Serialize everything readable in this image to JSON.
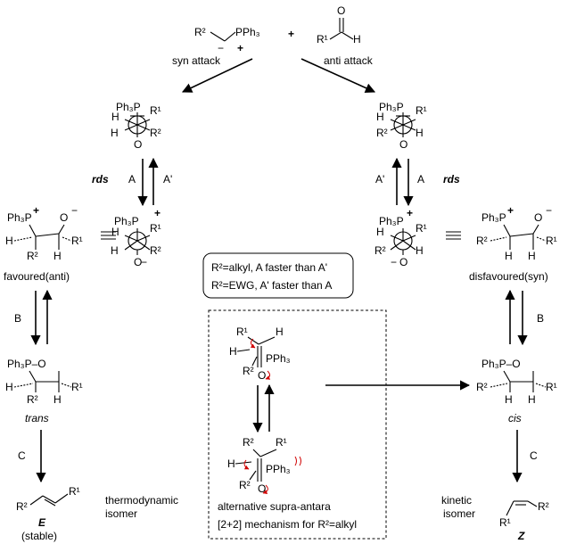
{
  "reagents": {
    "ylide": "R²⁻PPh₃",
    "ylide_charge": "+",
    "plus": "+",
    "aldehyde": "R¹CHO",
    "aldehyde_O": "O"
  },
  "attacks": {
    "syn": "syn attack",
    "anti": "anti attack"
  },
  "labels": {
    "rds": "rds",
    "A": "A",
    "A_prime": "A'",
    "B": "B",
    "C": "C",
    "favoured": "favoured(anti)",
    "disfavoured": "disfavoured(syn)",
    "trans": "trans",
    "cis": "cis",
    "E": "E",
    "stable": "(stable)",
    "Z": "Z",
    "thermo_line1": "thermodynamic",
    "thermo_line2": "isomer",
    "kinetic_line1": "kinetic",
    "kinetic_line2": "isomer"
  },
  "condition_box": {
    "line1": "R²=alkyl, A faster than A'",
    "line2": "R²=EWG, A' faster than A"
  },
  "alt_mechanism": {
    "line1": "alternative supra-antara",
    "line2": "[2+2] mechanism for R²=alkyl"
  },
  "atoms": {
    "Ph3P": "Ph₃P",
    "PPh3": "PPh₃",
    "Ph3P_O": "Ph₃P–O",
    "O": "O",
    "H": "H",
    "R1": "R¹",
    "R2": "R²",
    "plus_charge": "+",
    "minus_charge": "−"
  }
}
